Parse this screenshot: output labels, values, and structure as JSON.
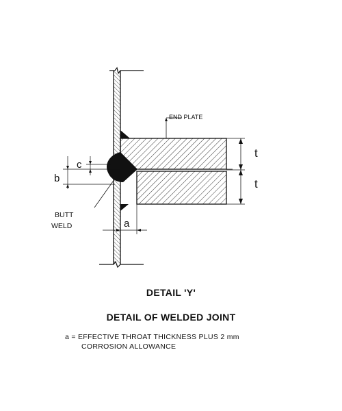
{
  "drawing": {
    "labels": {
      "end_plate": "END PLATE",
      "t_top": "t",
      "t_bottom": "t",
      "c": "c",
      "b": "b",
      "butt_weld_line1": "BUTT",
      "butt_weld_line2": "WELD",
      "a": "a"
    }
  },
  "captions": {
    "detail": "DETAIL 'Y'",
    "title": "DETAIL OF WELDED JOINT"
  },
  "note": {
    "line1": "a = EFFECTIVE THROAT THICKNESS PLUS 2 mm",
    "line2": "CORROSION ALLOWANCE"
  }
}
